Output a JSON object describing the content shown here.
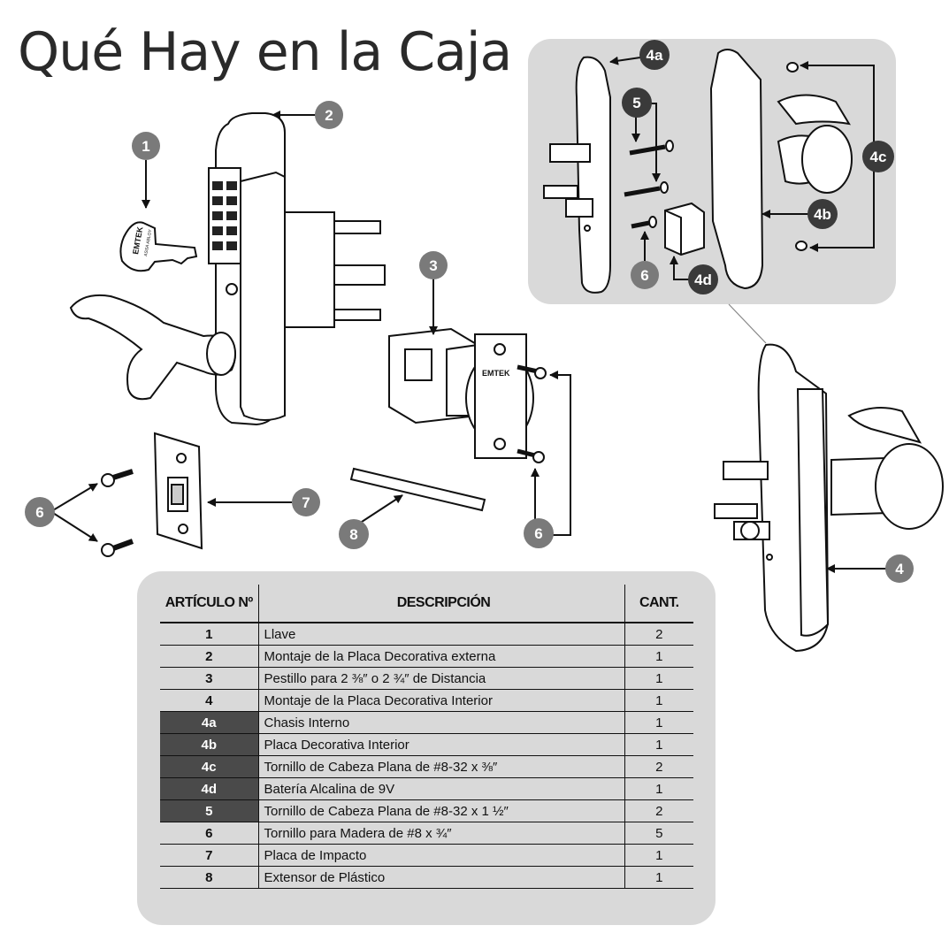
{
  "title": "Qué Hay en la Caja",
  "callouts": {
    "key": "1",
    "exterior": "2",
    "latch": "3",
    "interior": "4",
    "chassis": "4a",
    "interior_plate": "4b",
    "screws_4c": "4c",
    "battery": "4d",
    "screws_5": "5",
    "screws_6_left": "6",
    "screws_6_inset": "6",
    "screws_6_latch": "6",
    "strike": "7",
    "extender": "8"
  },
  "engravings": {
    "key_brand": "EMTEK",
    "key_sub": "ASSA ABLOY",
    "latch_brand": "EMTEK"
  },
  "table": {
    "headers": {
      "item": "ARTÍCULO Nº",
      "description": "DESCRIPCIÓN",
      "qty": "CANT."
    },
    "rows": [
      {
        "item": "1",
        "description": "Llave",
        "qty": "2",
        "dark": false
      },
      {
        "item": "2",
        "description": "Montaje de la Placa Decorativa externa",
        "qty": "1",
        "dark": false
      },
      {
        "item": "3",
        "description": "Pestillo para 2 ⅜″ o 2 ¾″ de Distancia",
        "qty": "1",
        "dark": false
      },
      {
        "item": "4",
        "description": "Montaje de la Placa Decorativa Interior",
        "qty": "1",
        "dark": false
      },
      {
        "item": "4a",
        "description": "Chasis Interno",
        "qty": "1",
        "dark": true
      },
      {
        "item": "4b",
        "description": "Placa Decorativa Interior",
        "qty": "1",
        "dark": true
      },
      {
        "item": "4c",
        "description": "Tornillo de Cabeza Plana de #8-32 x ⅜″",
        "qty": "2",
        "dark": true
      },
      {
        "item": "4d",
        "description": "Batería Alcalina de 9V",
        "qty": "1",
        "dark": true
      },
      {
        "item": "5",
        "description": "Tornillo de Cabeza Plana de #8-32 x 1 ½″",
        "qty": "2",
        "dark": true
      },
      {
        "item": "6",
        "description": "Tornillo para Madera de #8 x ¾″",
        "qty": "5",
        "dark": false
      },
      {
        "item": "7",
        "description": "Placa de Impacto",
        "qty": "1",
        "dark": false
      },
      {
        "item": "8",
        "description": "Extensor de Plástico",
        "qty": "1",
        "dark": false
      }
    ]
  },
  "colors": {
    "badge": "#7a7a7a",
    "badge_dark": "#3a3a3a",
    "panel": "#d9d9d9",
    "dark_cell": "#4a4a4a"
  }
}
